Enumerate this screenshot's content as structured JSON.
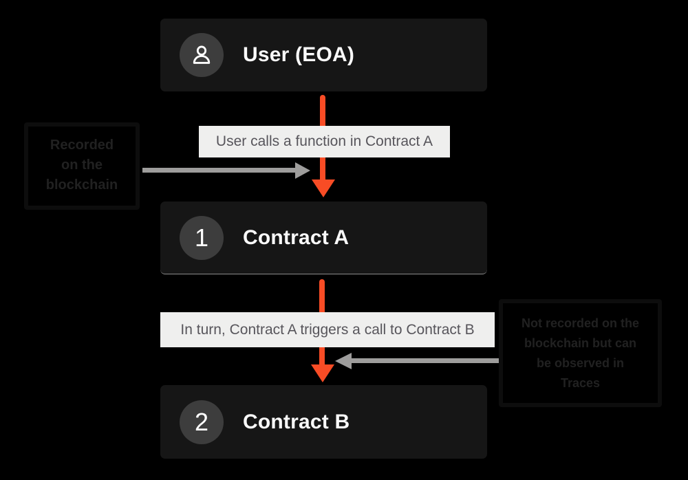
{
  "diagram": {
    "nodes": [
      {
        "icon": "user-icon",
        "badge": "",
        "title": "User (EOA)"
      },
      {
        "icon": "",
        "badge": "1",
        "title": "Contract A"
      },
      {
        "icon": "",
        "badge": "2",
        "title": "Contract B"
      }
    ],
    "flow_labels": [
      "User calls a function in Contract A",
      "In turn, Contract A triggers a call to Contract B"
    ],
    "annotations": [
      {
        "lines": [
          "Recorded",
          "on the",
          "blockchain"
        ]
      },
      {
        "lines": [
          "Not recorded on the",
          "blockchain but can",
          "be observed in",
          "Traces"
        ]
      }
    ],
    "colors": {
      "background": "#000000",
      "node_bg": "#161616",
      "node_title_text": "#fafafa",
      "badge_bg": "#3d3d3d",
      "node_bottom_line": "#8d8d8d",
      "flow_label_bg": "#efefee",
      "flow_label_text": "#57555b",
      "arrow_orange": "#f84c25",
      "arrow_gray": "#9e9d9c",
      "annotation_text": "#212121",
      "annotation_border": "#0d0d0d"
    }
  }
}
